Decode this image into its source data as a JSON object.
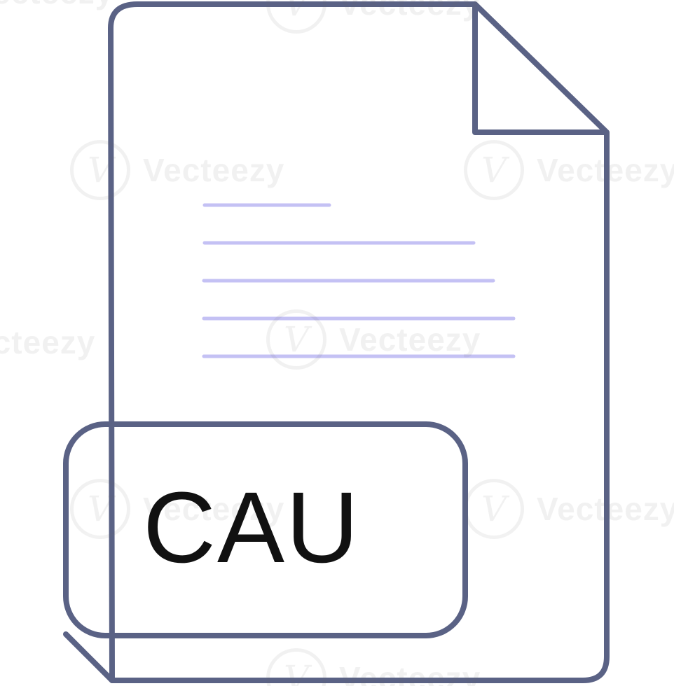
{
  "file_icon": {
    "extension_label": "CAU",
    "outline_color": "#5a6285",
    "text_line_color": "#c4c1f4",
    "label_color": "#111111"
  },
  "watermark": {
    "brand": "Vecteezy",
    "mark_glyph": "V"
  }
}
